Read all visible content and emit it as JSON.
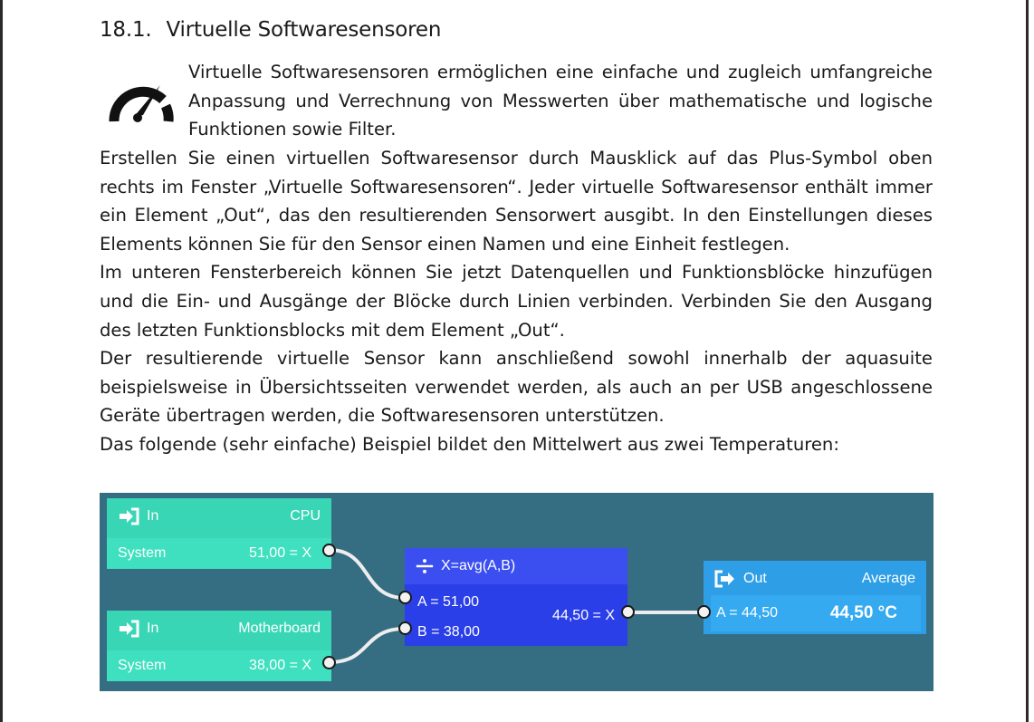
{
  "heading": {
    "number": "18.1.",
    "title": "Virtuelle Softwaresensoren"
  },
  "icons": {
    "section": "gauge-icon",
    "input": "sign-in-icon",
    "function": "divide-icon",
    "output": "sign-out-icon"
  },
  "intro": "Virtuelle Softwaresensoren ermöglichen eine einfache und zugleich umfangreiche Anpassung und Verrechnung von Messwerten über mathematische und logische Funktionen sowie Filter.",
  "paragraphs": [
    "Erstellen Sie einen virtuellen Softwaresensor durch Mausklick auf das Plus-Symbol oben rechts im Fenster „Virtuelle Softwaresensoren“. Jeder virtuelle Softwaresensor enthält immer ein Element „Out“, das den resultierenden Sensorwert ausgibt. In den Einstellungen dieses Elements können Sie für den Sensor einen Namen und eine Einheit festlegen.",
    "Im unteren Fensterbereich können Sie jetzt Datenquellen und Funktionsblöcke hinzufügen und die Ein- und Ausgänge der Blöcke durch Linien verbinden. Verbinden Sie den Ausgang des letzten Funktionsblocks mit dem Element „Out“.",
    "Der resultierende virtuelle Sensor kann anschließend sowohl innerhalb der aquasuite beispielsweise in Übersichtsseiten verwendet werden, als auch an per USB angeschlossene Geräte übertragen werden, die Softwaresensoren unterstützen.",
    "Das folgende (sehr einfache) Beispiel bildet den Mittelwert aus zwei Temperaturen:"
  ],
  "diagram": {
    "colors": {
      "background": "#356d82",
      "input": "#38d6b5",
      "function": "#2b3fe8",
      "output": "#2e9ee6"
    },
    "inputs": [
      {
        "label": "In",
        "name": "CPU",
        "source": "System",
        "value": "51,00 = X"
      },
      {
        "label": "In",
        "name": "Motherboard",
        "source": "System",
        "value": "38,00 = X"
      }
    ],
    "function": {
      "title": "X=avg(A,B)",
      "input_a": "A = 51,00",
      "input_b": "B = 38,00",
      "output": "44,50 = X"
    },
    "output": {
      "label": "Out",
      "name": "Average",
      "input": "A = 44,50",
      "value": "44,50 °C"
    }
  }
}
